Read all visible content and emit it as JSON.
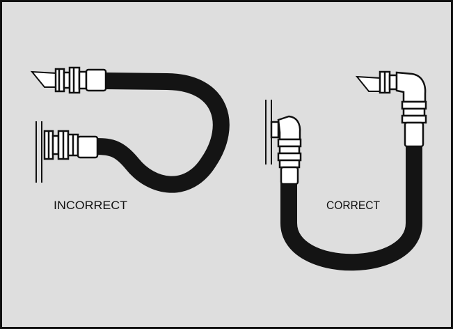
{
  "diagram": {
    "labels": {
      "incorrect": "INCORRECT",
      "correct": "CORRECT"
    },
    "colors": {
      "background": "#dedede",
      "border": "#111111",
      "hose": "#141414",
      "fitting_fill": "#ffffff",
      "fitting_stroke": "#111111"
    },
    "figures": [
      {
        "id": "incorrect",
        "routing": "hose loops back toward the mounting plate with straight fittings"
      },
      {
        "id": "correct",
        "routing": "hose hangs in a U between two elbow fittings"
      }
    ]
  }
}
